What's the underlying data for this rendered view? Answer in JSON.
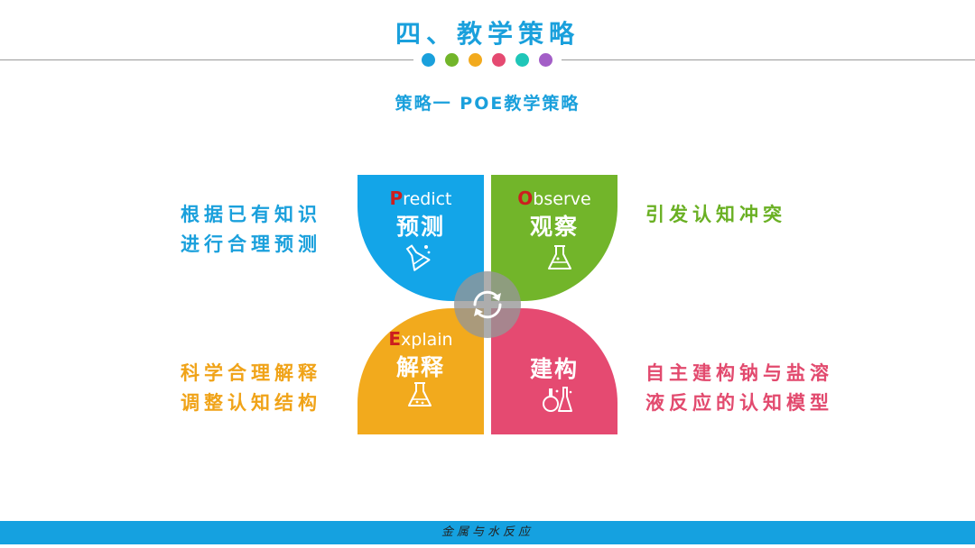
{
  "header": {
    "title": "四、教学策略",
    "dot_colors": [
      "#1aa0dc",
      "#72b52a",
      "#f2aa1d",
      "#e54a71",
      "#1fc6b8",
      "#a35ec7"
    ]
  },
  "subtitle": "策略一 POE教学策略",
  "quadrants": {
    "predict": {
      "initial": "P",
      "rest": "redict",
      "cn": "预测",
      "color": "#13a5e8",
      "icon": "flask-icon",
      "side_lines": [
        "根据已有知识",
        "进行合理预测"
      ],
      "side_color": "#1aa0dc"
    },
    "observe": {
      "initial": "O",
      "rest": "bserve",
      "cn": "观察",
      "color": "#72b52a",
      "icon": "beaker-icon",
      "side_lines": [
        "引发认知冲突"
      ],
      "side_color": "#6ab023"
    },
    "explain": {
      "initial": "E",
      "rest": "xplain",
      "cn": "解释",
      "color": "#f2aa1d",
      "icon": "flask-icon",
      "side_lines": [
        "科学合理解释",
        "调整认知结构"
      ],
      "side_color": "#f0a318"
    },
    "construct": {
      "cn": "建构",
      "color": "#e54a71",
      "icon": "lab-glassware-icon",
      "side_lines": [
        "自主建构钠与盐溶",
        "液反应的认知模型"
      ],
      "side_color": "#e24a6e"
    }
  },
  "center_icon": "refresh-cycle-icon",
  "footer": {
    "text": "金属与水反应",
    "color": "#15a1e0"
  }
}
